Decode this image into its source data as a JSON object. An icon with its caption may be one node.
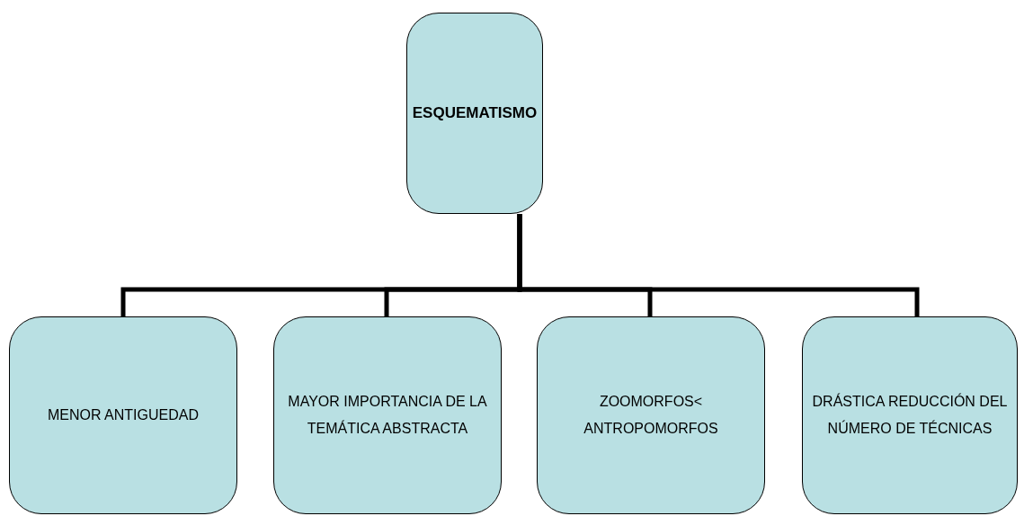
{
  "diagram": {
    "nodes": [
      {
        "text": [
          "ESQUEMATISMO"
        ]
      },
      {
        "text": [
          "MENOR ANTIGUEDAD"
        ]
      },
      {
        "text": [
          "MAYOR IMPORTANCIA DE LA TEMÁTICA ABSTRACTA"
        ]
      },
      {
        "text": [
          "ZOOMORFOS< ANTROPOMORFOS"
        ]
      },
      {
        "text": [
          "DRÁSTICA REDUCCIÓN DEL NÚMERO DE TÉCNICAS"
        ]
      }
    ],
    "edges": [
      {
        "from": 0,
        "to": 1,
        "arrow": "none"
      },
      {
        "from": 0,
        "to": 2,
        "arrow": "none"
      },
      {
        "from": 0,
        "to": 3,
        "arrow": "none"
      },
      {
        "from": 0,
        "to": 4,
        "arrow": "none"
      }
    ]
  }
}
